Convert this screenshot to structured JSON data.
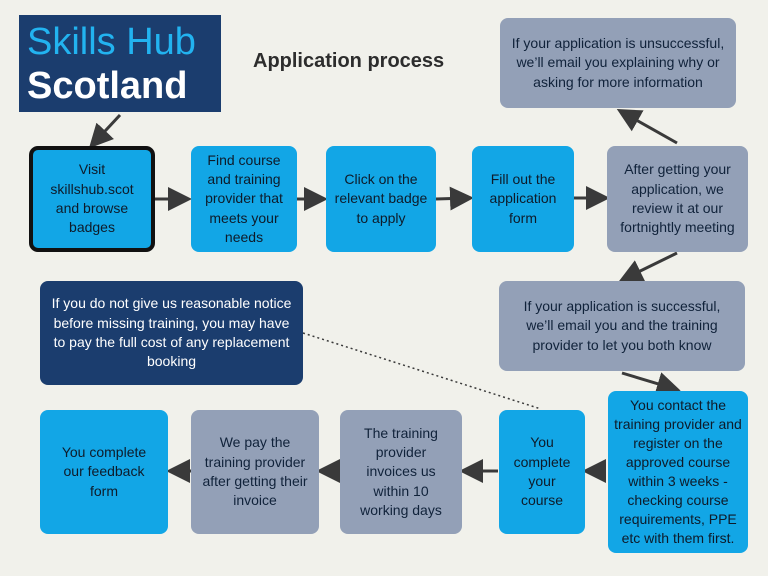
{
  "logo": {
    "line1": "Skills Hub",
    "line2": "Scotland"
  },
  "title": "Application process",
  "steps": {
    "visit": "Visit skillshub.scot and browse badges",
    "find_course": "Find course and training provider that meets your needs",
    "click_badge": "Click on the relevant badge to apply",
    "fill_form": "Fill out the application form",
    "review": "After getting your application, we review it at our fortnightly meeting",
    "unsuccessful": "If your application is unsuccessful, we’ll email you explaining why or asking for more information",
    "successful": "If your application is successful, we’ll email you and the training provider to let you both know",
    "contact_provider": "You contact the training provider and register on the approved course within 3 weeks - checking course requirements, PPE etc with them first.",
    "complete_course": "You complete your course",
    "provider_invoices": "The training provider invoices us within 10 working days",
    "we_pay": "We pay the training provider after getting their invoice",
    "feedback": "You complete our feedback form"
  },
  "notice": "If you do not give us reasonable notice before missing training, you may have to pay the full cost of any replacement booking",
  "colors": {
    "navy": "#1b3d6e",
    "blue": "#12a6e6",
    "grey": "#93a0b7",
    "logo_text": "#22b3f0",
    "background": "#f1f1eb",
    "arrow": "#3a3a3a"
  }
}
